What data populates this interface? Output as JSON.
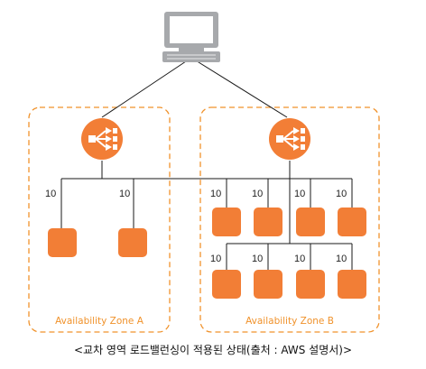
{
  "diagram": {
    "zones": [
      {
        "label": "Availability Zone A"
      },
      {
        "label": "Availability Zone B"
      }
    ],
    "weights": [
      "10",
      "10",
      "10",
      "10",
      "10",
      "10",
      "10",
      "10",
      "10",
      "10"
    ],
    "caption": "<교차 영역 로드밸런싱이 적용된 상태(출처 : AWS 설명서)>"
  },
  "colors": {
    "accent": "#f0922b",
    "instance": "#f27e36",
    "line": "#1a1a1a",
    "computer": "#a7a9ac"
  },
  "icons": {
    "client": "computer-icon",
    "balancer": "load-balancer-icon",
    "instance": "instance-icon"
  }
}
